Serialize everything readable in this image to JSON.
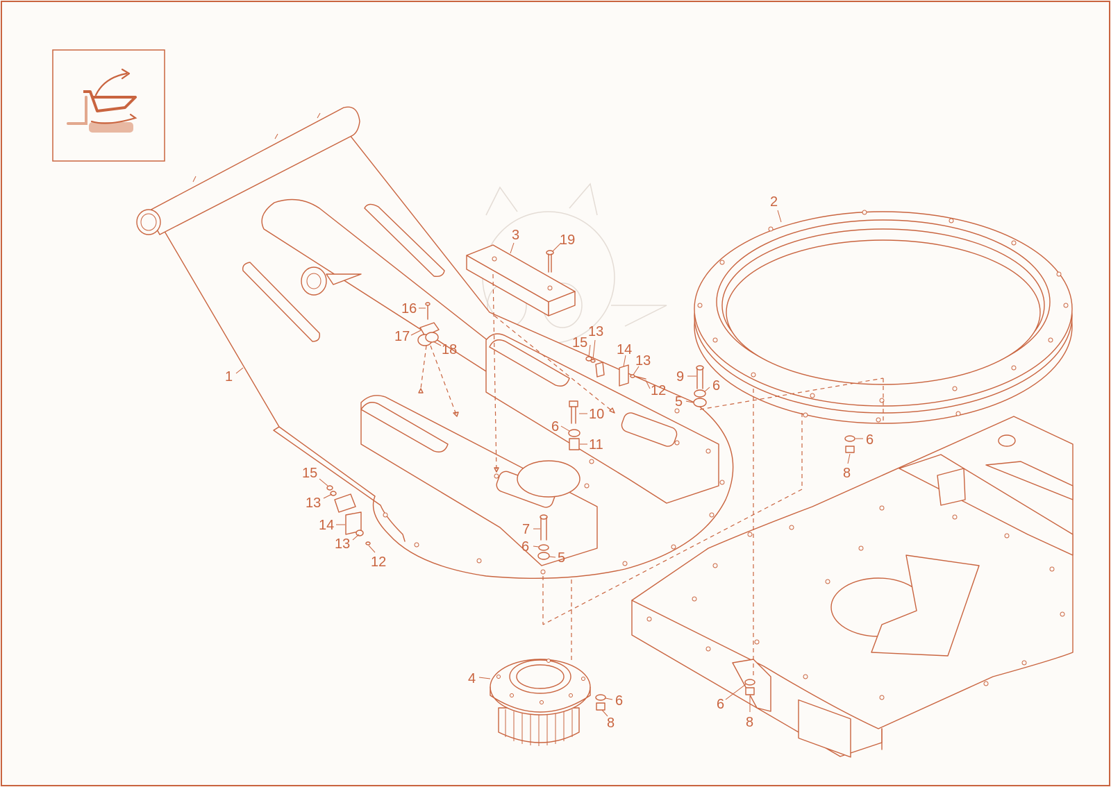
{
  "diagram": {
    "type": "exploded-assembly-drawing",
    "callouts": [
      {
        "id": "c1",
        "text": "1"
      },
      {
        "id": "c2",
        "text": "2"
      },
      {
        "id": "c3",
        "text": "3"
      },
      {
        "id": "c19",
        "text": "19"
      },
      {
        "id": "c16",
        "text": "16"
      },
      {
        "id": "c17",
        "text": "17"
      },
      {
        "id": "c18",
        "text": "18"
      },
      {
        "id": "c15a",
        "text": "15"
      },
      {
        "id": "c13a",
        "text": "13"
      },
      {
        "id": "c14a",
        "text": "14"
      },
      {
        "id": "c13b",
        "text": "13"
      },
      {
        "id": "c12a",
        "text": "12"
      },
      {
        "id": "c9",
        "text": "9"
      },
      {
        "id": "c6a",
        "text": "6"
      },
      {
        "id": "c5a",
        "text": "5"
      },
      {
        "id": "c10",
        "text": "10"
      },
      {
        "id": "c6b",
        "text": "6"
      },
      {
        "id": "c11",
        "text": "11"
      },
      {
        "id": "c6c",
        "text": "6"
      },
      {
        "id": "c8a",
        "text": "8"
      },
      {
        "id": "c15b",
        "text": "15"
      },
      {
        "id": "c13c",
        "text": "13"
      },
      {
        "id": "c14b",
        "text": "14"
      },
      {
        "id": "c13d",
        "text": "13"
      },
      {
        "id": "c12b",
        "text": "12"
      },
      {
        "id": "c7",
        "text": "7"
      },
      {
        "id": "c6d",
        "text": "6"
      },
      {
        "id": "c5b",
        "text": "5"
      },
      {
        "id": "c4",
        "text": "4"
      },
      {
        "id": "c6e",
        "text": "6"
      },
      {
        "id": "c8b",
        "text": "8"
      },
      {
        "id": "c6f",
        "text": "6"
      },
      {
        "id": "c8c",
        "text": "8"
      }
    ]
  },
  "badge": {
    "icon": "bucket-rotate-icon"
  },
  "colors": {
    "line": "#c9643f",
    "background": "#fdfbf8",
    "watermark": "#d9cfc6"
  }
}
